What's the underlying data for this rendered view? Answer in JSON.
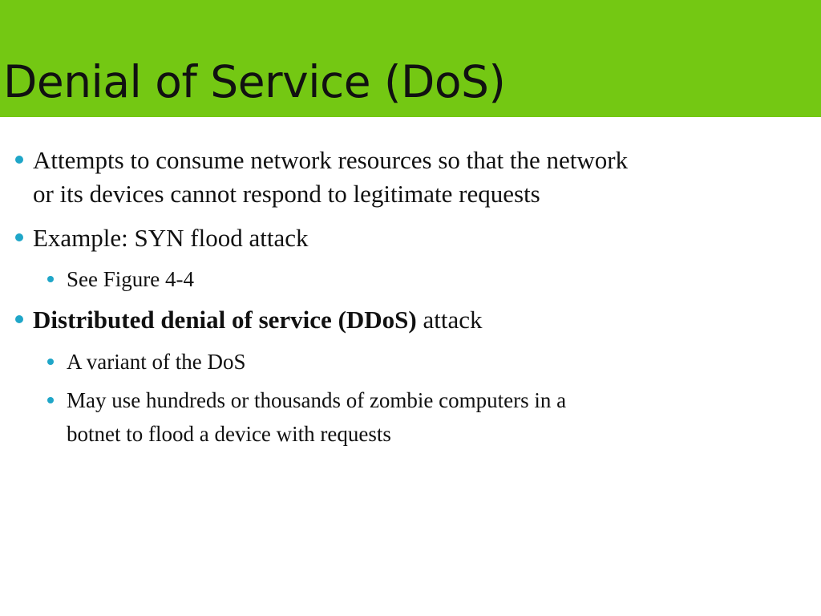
{
  "slide": {
    "title": "Denial of Service (DoS)",
    "colors": {
      "title_bar": "#74c813",
      "bullet": "#1fa6c8",
      "text": "#111111",
      "background": "#ffffff"
    },
    "bullets": [
      {
        "level": 1,
        "line1": "Attempts to consume network resources so that the network",
        "line2": "or its devices cannot respond to legitimate requests"
      },
      {
        "level": 1,
        "line1": "Example: SYN flood attack"
      },
      {
        "level": 2,
        "line1": "See Figure 4-4"
      },
      {
        "level": 1,
        "term": "Distributed denial of service",
        "abbr": "(DDoS)",
        "rest": " attack"
      },
      {
        "level": 2,
        "line1": "A variant of the DoS"
      },
      {
        "level": 2,
        "line1": "May use hundreds or thousands of zombie computers in a",
        "line2": "botnet to flood a device with requests"
      }
    ]
  }
}
